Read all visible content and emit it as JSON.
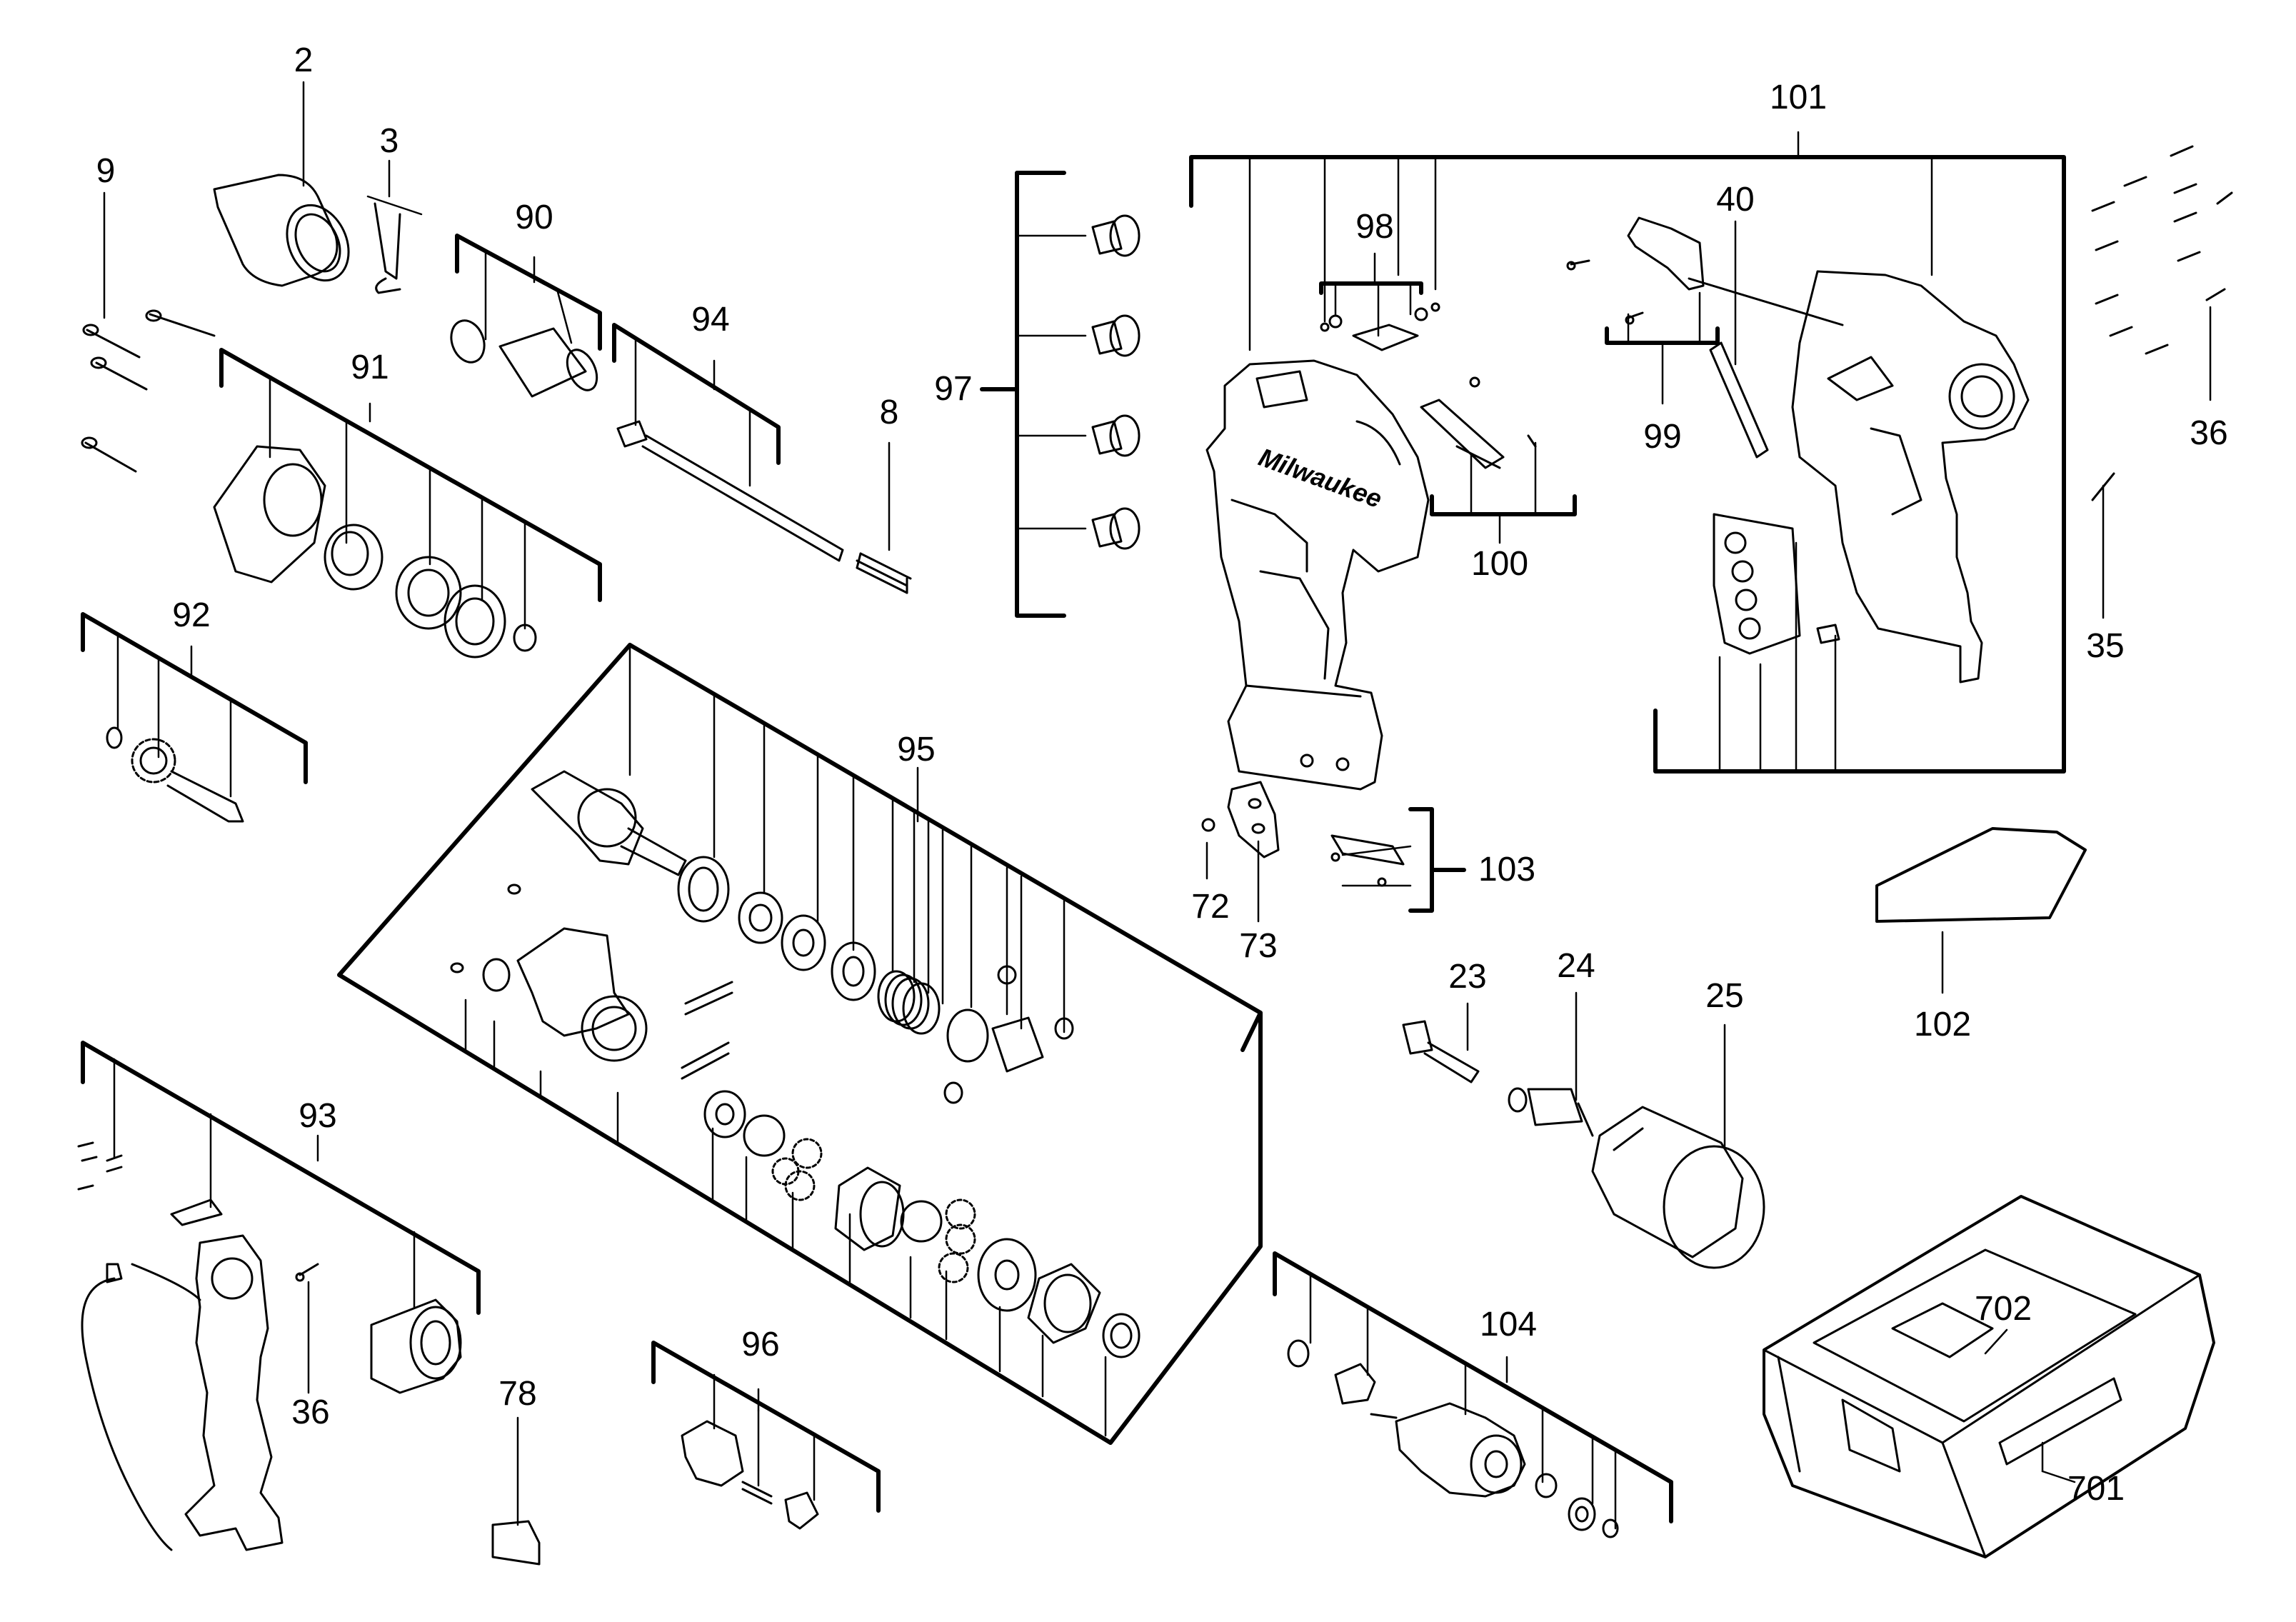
{
  "diagram": {
    "labels": {
      "p2": "2",
      "p3": "3",
      "p9": "9",
      "p90": "90",
      "p91": "91",
      "p94": "94",
      "p8": "8",
      "p97": "97",
      "p92": "92",
      "p95": "95",
      "p93": "93",
      "p36a": "36",
      "p78": "78",
      "p96": "96",
      "p101": "101",
      "p98": "98",
      "p40": "40",
      "p99": "99",
      "p100": "100",
      "p36b": "36",
      "p35": "35",
      "p72": "72",
      "p73": "73",
      "p103": "103",
      "p23": "23",
      "p24": "24",
      "p25": "25",
      "p102": "102",
      "p104": "104",
      "p702": "702",
      "p701": "701"
    },
    "logo_text": "Milwaukee"
  },
  "colors": {
    "line": "#000000",
    "background": "#ffffff"
  }
}
